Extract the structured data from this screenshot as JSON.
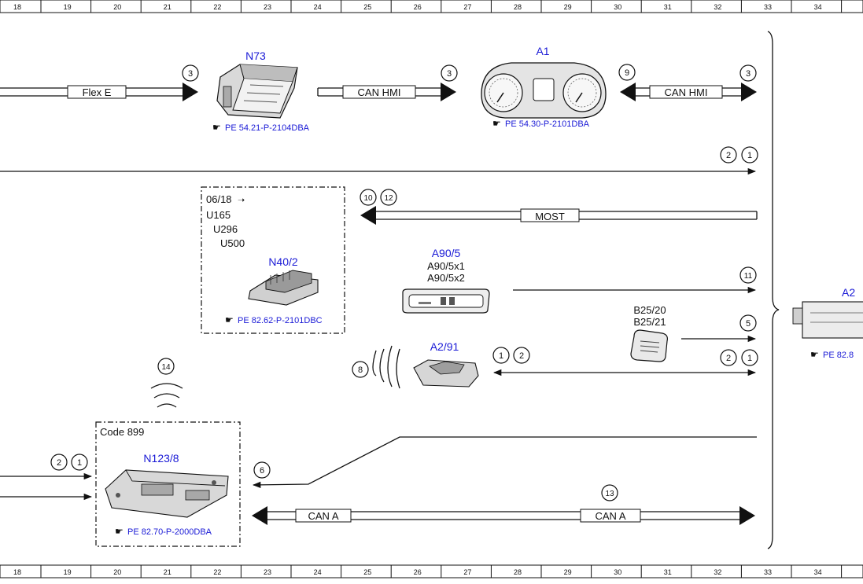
{
  "ruler": {
    "numbers": [
      "18",
      "19",
      "20",
      "21",
      "22",
      "23",
      "24",
      "25",
      "26",
      "27",
      "28",
      "29",
      "30",
      "31",
      "32",
      "33",
      "34"
    ]
  },
  "components": {
    "n73": "N73",
    "a1": "A1",
    "n40_2": "N40/2",
    "a90_5": "A90/5",
    "a90_5x1": "A90/5x1",
    "a90_5x2": "A90/5x2",
    "a2_91": "A2/91",
    "b25_20": "B25/20",
    "b25_21": "B25/21",
    "n123_8": "N123/8",
    "a2_cut": "A2"
  },
  "references": {
    "n73_ref": "PE 54.21-P-2104DBA",
    "a1_ref": "PE 54.30-P-2101DBA",
    "n40_ref": "PE 82.62-P-2101DBC",
    "n123_ref": "PE 82.70-P-2000DBA",
    "a2_ref_cut": "PE 82.8"
  },
  "bus_labels": {
    "flex_e": "Flex E",
    "can_hmi_1": "CAN HMI",
    "can_hmi_2": "CAN HMI",
    "most": "MOST",
    "can_a_1": "CAN A",
    "can_a_2": "CAN A"
  },
  "box_notes": {
    "date_from": "06/18",
    "model_u165": "U165",
    "model_u296": "U296",
    "model_u500": "U500",
    "code": "Code 899"
  },
  "signal_numbers": {
    "s3_a": "3",
    "s3_b": "3",
    "s3_c": "3",
    "s9": "9",
    "s2_top": "2",
    "s1_top": "1",
    "s10": "10",
    "s12": "12",
    "s11": "11",
    "s5": "5",
    "s1_mid": "1",
    "s2_mid": "2",
    "s2_right": "2",
    "s1_right": "1",
    "s8": "8",
    "s14": "14",
    "s2_left": "2",
    "s1_left": "1",
    "s6": "6",
    "s13": "13"
  }
}
